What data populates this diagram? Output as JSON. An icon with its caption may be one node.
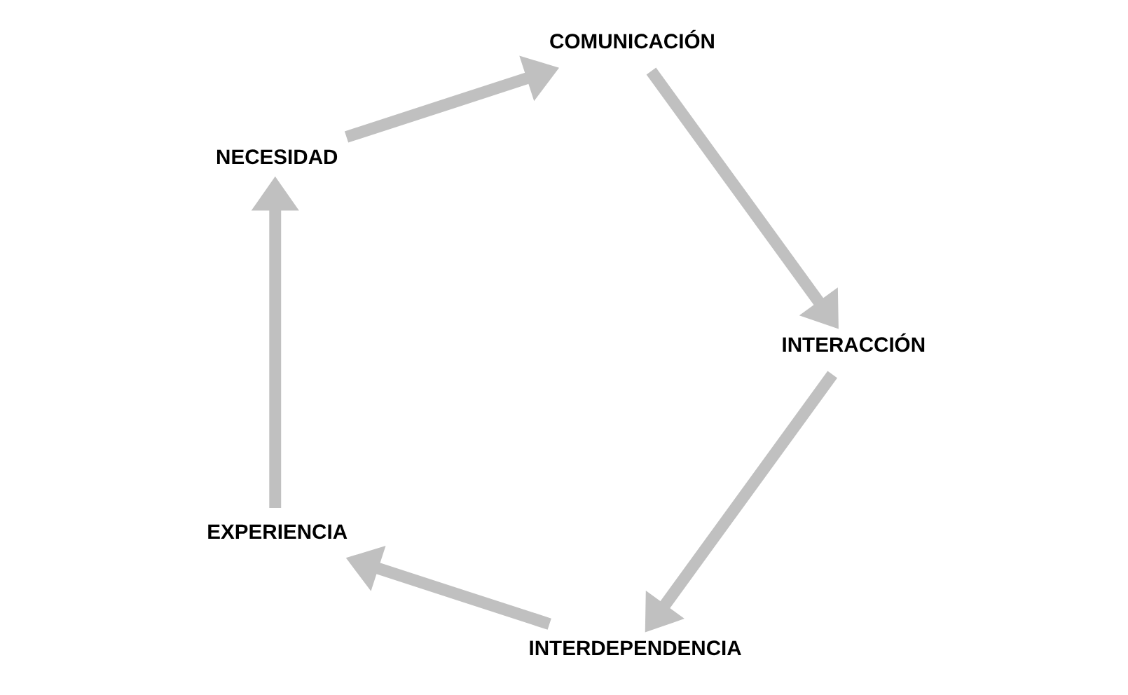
{
  "diagram": {
    "nodes": [
      {
        "text": [
          "INTERDEPENDENCIA"
        ]
      },
      {
        "text": [
          "EXPERIENCIA"
        ]
      },
      {
        "text": [
          "NECESIDAD"
        ]
      },
      {
        "text": [
          "COMUNICACIÓN"
        ]
      },
      {
        "text": [
          "INTERACCIÓN"
        ]
      }
    ],
    "edges": [
      {
        "from": 0,
        "to": 1,
        "arrow": "to"
      },
      {
        "from": 1,
        "to": 2,
        "arrow": "to"
      },
      {
        "from": 2,
        "to": 3,
        "arrow": "to"
      },
      {
        "from": 3,
        "to": 4,
        "arrow": "to"
      },
      {
        "from": 4,
        "to": 0,
        "arrow": "to"
      }
    ]
  }
}
